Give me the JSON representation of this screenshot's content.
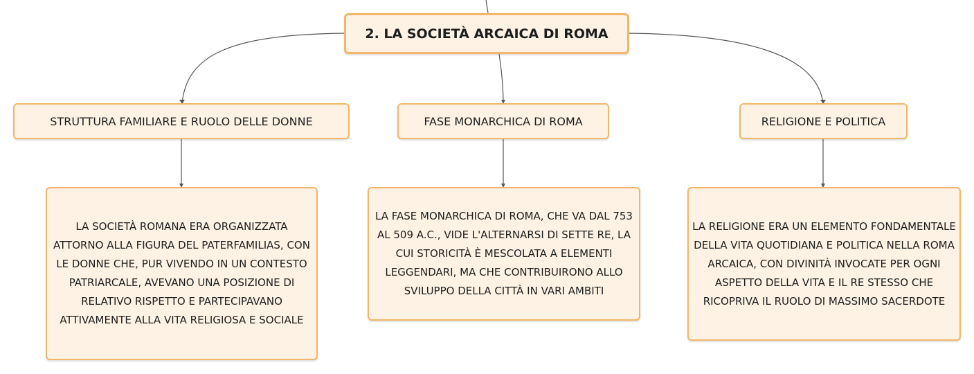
{
  "root": {
    "label": "2. LA SOCIETÀ ARCAICA DI ROMA"
  },
  "branches": [
    {
      "label": "STRUTTURA FAMILIARE E RUOLO DELLE DONNE",
      "detail": "LA SOCIETÀ ROMANA ERA ORGANIZZATA ATTORNO ALLA FIGURA DEL PATERFAMILIAS, CON LE DONNE CHE, PUR VIVENDO IN UN CONTESTO PATRIARCALE, AVEVANO UNA POSIZIONE DI RELATIVO RISPETTO E PARTECIPAVANO ATTIVAMENTE ALLA VITA RELIGIOSA E SOCIALE"
    },
    {
      "label": "FASE MONARCHICA DI ROMA",
      "detail": "LA FASE MONARCHICA DI ROMA, CHE VA DAL 753 AL 509 A.C., VIDE L'ALTERNARSI DI SETTE RE, LA CUI STORICITÀ È MESCOLATA A ELEMENTI LEGGENDARI, MA CHE CONTRIBUIRONO ALLO SVILUPPO DELLA CITTÀ IN VARI AMBITI"
    },
    {
      "label": "RELIGIONE E POLITICA",
      "detail": "LA RELIGIONE ERA UN ELEMENTO FONDAMENTALE DELLA VITA QUOTIDIANA E POLITICA NELLA ROMA ARCAICA, CON DIVINITÀ INVOCATE PER OGNI ASPETTO DELLA VITA E IL RE STESSO CHE RICOPRIVA IL RUOLO DI MASSIMO SACERDOTE"
    }
  ],
  "colors": {
    "node_fill": "#fdf2e4",
    "node_border": "#f3b66a",
    "connector": "#555555"
  }
}
